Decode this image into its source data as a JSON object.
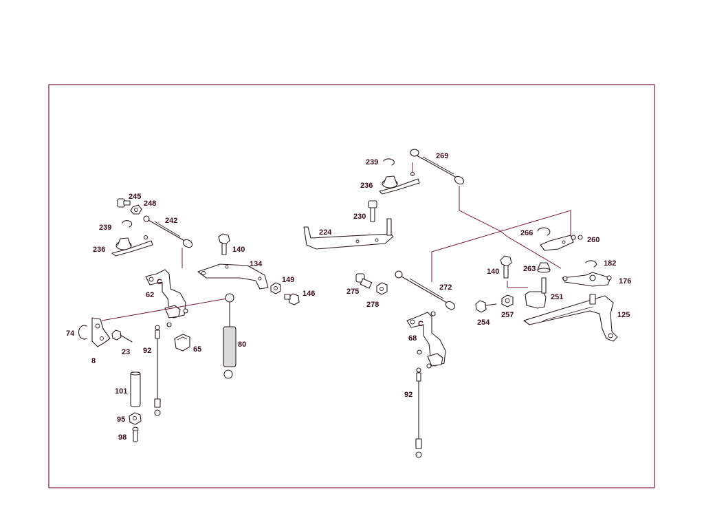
{
  "diagram": {
    "callouts": {
      "c245": "245",
      "c248": "248",
      "c242": "242",
      "c239a": "239",
      "c236a": "236",
      "c140a": "140",
      "c134": "134",
      "c149": "149",
      "c146": "146",
      "c62": "62",
      "c74": "74",
      "c8": "8",
      "c23": "23",
      "c92a": "92",
      "c65": "65",
      "c80": "80",
      "c101": "101",
      "c95": "95",
      "c98": "98",
      "c239b": "239",
      "c269": "269",
      "c236b": "236",
      "c230": "230",
      "c224": "224",
      "c266": "266",
      "c260": "260",
      "c140b": "140",
      "c263": "263",
      "c182": "182",
      "c176": "176",
      "c275": "275",
      "c278": "278",
      "c272": "272",
      "c251": "251",
      "c254": "254",
      "c257": "257",
      "c125": "125",
      "c68": "68",
      "c92b": "92"
    },
    "colors": {
      "frame": "#7a1a2e",
      "label": "#3a0a1a",
      "line": "#2a1a1a"
    }
  }
}
